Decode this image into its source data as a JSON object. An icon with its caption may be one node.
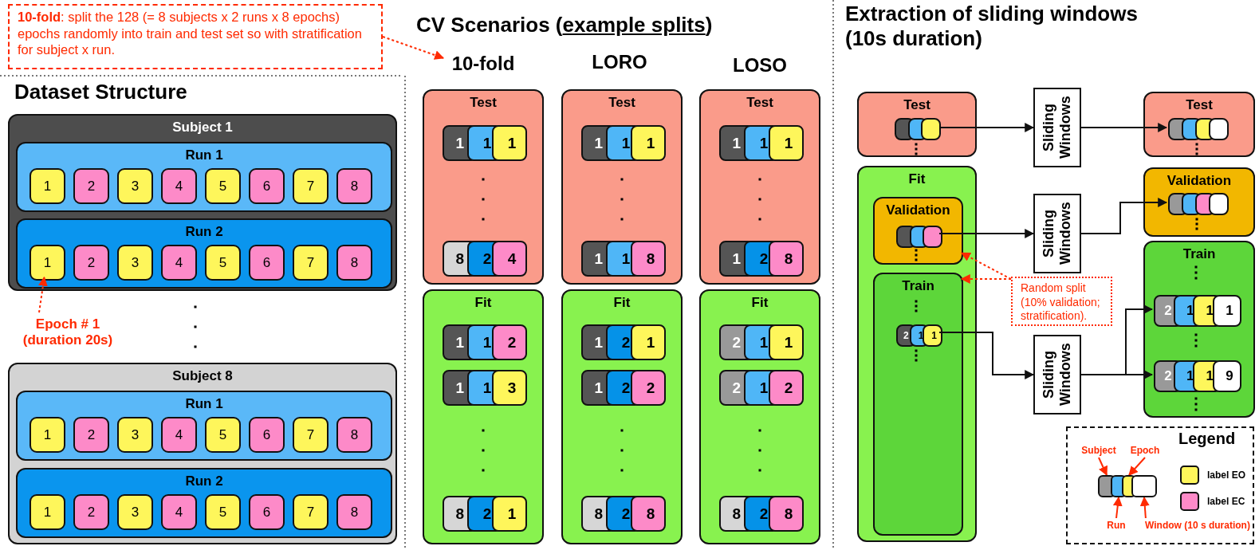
{
  "diagram": {
    "nodes": [
      {
        "text": [
          "**10-fold**: split the 128 (= 8 subjects x 2 runs x 8 epochs) epochs randomly into train and test set so with stratification for subject x run."
        ]
      },
      {
        "text": [
          "Subject 1"
        ]
      },
      {
        "text": [
          "Run 1"
        ],
        "in": 1
      },
      {
        "text": [
          "1"
        ],
        "in": 2
      },
      {
        "text": [
          "2"
        ],
        "in": 2
      },
      {
        "text": [
          "3"
        ],
        "in": 2
      },
      {
        "text": [
          "4"
        ],
        "in": 2
      },
      {
        "text": [
          "5"
        ],
        "in": 2
      },
      {
        "text": [
          "6"
        ],
        "in": 2
      },
      {
        "text": [
          "7"
        ],
        "in": 2
      },
      {
        "text": [
          "8"
        ],
        "in": 2
      },
      {
        "text": [
          "Run 2"
        ],
        "in": 1
      },
      {
        "text": [
          "1"
        ],
        "in": 11
      },
      {
        "text": [
          "2"
        ],
        "in": 11
      },
      {
        "text": [
          "3"
        ],
        "in": 11
      },
      {
        "text": [
          "4"
        ],
        "in": 11
      },
      {
        "text": [
          "5"
        ],
        "in": 11
      },
      {
        "text": [
          "6"
        ],
        "in": 11
      },
      {
        "text": [
          "7"
        ],
        "in": 11
      },
      {
        "text": [
          "8"
        ],
        "in": 11
      },
      {
        "text": [
          "Epoch # 1 (duration 20s)"
        ]
      },
      {
        "text": [
          "Subject 8"
        ]
      },
      {
        "text": [
          "Run 1"
        ],
        "in": 21
      },
      {
        "text": [
          "1"
        ],
        "in": 22
      },
      {
        "text": [
          "2"
        ],
        "in": 22
      },
      {
        "text": [
          "3"
        ],
        "in": 22
      },
      {
        "text": [
          "4"
        ],
        "in": 22
      },
      {
        "text": [
          "5"
        ],
        "in": 22
      },
      {
        "text": [
          "6"
        ],
        "in": 22
      },
      {
        "text": [
          "7"
        ],
        "in": 22
      },
      {
        "text": [
          "8"
        ],
        "in": 22
      },
      {
        "text": [
          "Run 2"
        ],
        "in": 21
      },
      {
        "text": [
          "1"
        ],
        "in": 31
      },
      {
        "text": [
          "2"
        ],
        "in": 31
      },
      {
        "text": [
          "3"
        ],
        "in": 31
      },
      {
        "text": [
          "4"
        ],
        "in": 31
      },
      {
        "text": [
          "5"
        ],
        "in": 31
      },
      {
        "text": [
          "6"
        ],
        "in": 31
      },
      {
        "text": [
          "7"
        ],
        "in": 31
      },
      {
        "text": [
          "8"
        ],
        "in": 31
      },
      {
        "text": [
          "10-fold"
        ]
      },
      {
        "text": [
          "Test"
        ]
      },
      {
        "text": [
          "1",
          "1",
          "1"
        ],
        "in": 41
      },
      {
        "text": [
          "8",
          "2",
          "4"
        ],
        "in": 41
      },
      {
        "text": [
          "Fit"
        ]
      },
      {
        "text": [
          "1",
          "1",
          "2"
        ],
        "in": 44
      },
      {
        "text": [
          "1",
          "1",
          "3"
        ],
        "in": 44
      },
      {
        "text": [
          "8",
          "2",
          "1"
        ],
        "in": 44
      },
      {
        "text": [
          "Test"
        ]
      },
      {
        "text": [
          "1",
          "1",
          "1"
        ],
        "in": 48
      },
      {
        "text": [
          "1",
          "1",
          "8"
        ],
        "in": 48
      },
      {
        "text": [
          "Fit"
        ]
      },
      {
        "text": [
          "1",
          "2",
          "1"
        ],
        "in": 51
      },
      {
        "text": [
          "1",
          "2",
          "2"
        ],
        "in": 51
      },
      {
        "text": [
          "8",
          "2",
          "8"
        ],
        "in": 51
      },
      {
        "text": [
          "Test"
        ]
      },
      {
        "text": [
          "1",
          "1",
          "1"
        ],
        "in": 55
      },
      {
        "text": [
          "1",
          "2",
          "8"
        ],
        "in": 55
      },
      {
        "text": [
          "Fit"
        ]
      },
      {
        "text": [
          "2",
          "1",
          "1"
        ],
        "in": 58
      },
      {
        "text": [
          "2",
          "1",
          "2"
        ],
        "in": 58
      },
      {
        "text": [
          "8",
          "2",
          "8"
        ],
        "in": 58
      },
      {
        "text": [
          "Test"
        ]
      },
      {
        "text": [],
        "shape": "box",
        "in": 62
      },
      {
        "text": [
          "Sliding Windows"
        ]
      },
      {
        "text": [
          "Test"
        ]
      },
      {
        "text": [],
        "shape": "box",
        "in": 65
      },
      {
        "text": [
          "Fit"
        ]
      },
      {
        "text": [
          "Validation"
        ],
        "in": 67
      },
      {
        "text": [],
        "shape": "box",
        "in": 68
      },
      {
        "text": [
          "Sliding Windows"
        ]
      },
      {
        "text": [
          "Validation"
        ]
      },
      {
        "text": [],
        "shape": "box",
        "in": 71
      },
      {
        "text": [
          "Train"
        ],
        "in": 67
      },
      {
        "text": [
          "2",
          "1",
          "1"
        ],
        "in": 73
      },
      {
        "text": [
          "Random split (10% validation; stratification)."
        ]
      },
      {
        "text": [
          "Train"
        ]
      },
      {
        "text": [
          "2",
          "1",
          "1",
          "1"
        ],
        "in": 76
      },
      {
        "text": [
          "2",
          "1",
          "1",
          "9"
        ],
        "in": 76
      },
      {
        "text": [
          "Sliding Windows"
        ]
      },
      {
        "text": [
          "Subject"
        ]
      },
      {
        "text": [
          "Epoch"
        ]
      },
      {
        "text": [],
        "shape": "box"
      },
      {
        "text": [],
        "shape": "box"
      },
      {
        "text": [],
        "shape": "box"
      },
      {
        "text": [],
        "shape": "box"
      },
      {
        "text": [
          "Run"
        ]
      },
      {
        "text": [
          "Window (10 s duration)"
        ]
      }
    ],
    "edges": [
      {
        "from": 0,
        "to": 40,
        "arrow": "to",
        "style": "dashed",
        "color": "#ff2a00"
      },
      {
        "from": 20,
        "to": 12,
        "arrow": "to",
        "style": "dashed",
        "color": "#ff2a00"
      },
      {
        "from": 63,
        "to": 64,
        "arrow": "to",
        "color": "#111111"
      },
      {
        "from": 64,
        "to": 66,
        "arrow": "to",
        "color": "#111111"
      },
      {
        "from": 69,
        "to": 70,
        "arrow": "to",
        "color": "#111111"
      },
      {
        "from": 70,
        "to": 72,
        "arrow": "to",
        "color": "#111111"
      },
      {
        "from": 74,
        "to": 79,
        "arrow": "to",
        "color": "#111111"
      },
      {
        "from": 79,
        "to": 77,
        "arrow": "to",
        "color": "#111111"
      },
      {
        "from": 79,
        "to": 78,
        "arrow": "to",
        "color": "#111111"
      },
      {
        "from": 75,
        "to": 68,
        "arrow": "to",
        "style": "dashed",
        "color": "#ff2a00"
      },
      {
        "from": 75,
        "to": 73,
        "arrow": "to",
        "style": "dashed",
        "color": "#ff2a00"
      },
      {
        "from": 80,
        "to": 82,
        "arrow": "to",
        "color": "#ff2a00"
      },
      {
        "from": 81,
        "to": 84,
        "arrow": "to",
        "color": "#ff2a00"
      },
      {
        "from": 86,
        "to": 83,
        "arrow": "to",
        "color": "#ff2a00"
      },
      {
        "from": 87,
        "to": 85,
        "arrow": "to",
        "color": "#ff2a00"
      }
    ],
    "labels": [
      "Dataset Structure",
      "CV Scenarios (example splits)",
      "LORO",
      "LOSO",
      "Extraction of sliding windows (10s duration)",
      "Legend"
    ],
    "legend": [
      {
        "text": "label EO",
        "color": "#fef65b"
      },
      {
        "text": "label EC",
        "color": "#fd8ac8"
      }
    ]
  }
}
